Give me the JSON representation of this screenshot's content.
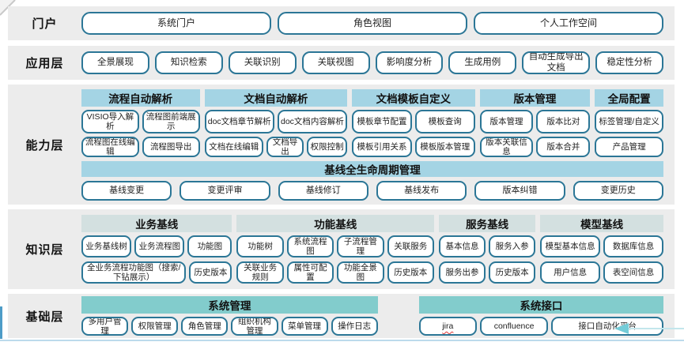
{
  "colors": {
    "band_background": "#ececec",
    "capability_header": "#a4d4e4",
    "knowledge_header": "#d3e0e0",
    "base_header_teal": "#82cccc",
    "box_border": "#2b7696",
    "spellcheck_underline": "#e03a3a",
    "bottom_line": "#bcdaec",
    "arrow_accent": "#74ccd8"
  },
  "layers": [
    {
      "id": "portal",
      "label": "门户",
      "buttons": [
        "系统门户",
        "角色视图",
        "个人工作空间"
      ]
    },
    {
      "id": "app",
      "label": "应用层",
      "buttons": [
        "全景展现",
        "知识检索",
        "关联识别",
        "关联视图",
        "影响度分析",
        "生成用例",
        "自动生成导出文档",
        "稳定性分析"
      ]
    },
    {
      "id": "capability",
      "label": "能力层",
      "groups": [
        {
          "title": "流程自动解析",
          "rows": [
            [
              "VISIO导入解析",
              "流程图前端展示"
            ],
            [
              "流程图在线编辑",
              "流程图导出"
            ]
          ]
        },
        {
          "title": "文档自动解析",
          "rows": [
            [
              "doc文档章节解析",
              "doc文档内容解析"
            ],
            [
              "文档在线编辑",
              "文档导出",
              "权限控制"
            ]
          ]
        },
        {
          "title": "文档模板自定义",
          "rows": [
            [
              "模板章节配置",
              "模板查询"
            ],
            [
              "模板引用关系",
              "模板版本管理"
            ]
          ]
        },
        {
          "title": "版本管理",
          "rows": [
            [
              "版本管理",
              "版本比对"
            ],
            [
              "版本关联信息",
              "版本合并"
            ]
          ]
        },
        {
          "title": "全局配置",
          "rows": [
            [
              "标签管理/自定义"
            ],
            [
              "产品管理"
            ]
          ]
        }
      ],
      "band": {
        "title": "基线全生命周期管理",
        "buttons": [
          "基线变更",
          "变更评审",
          "基线修订",
          "基线发布",
          "版本纠错",
          "变更历史"
        ]
      }
    },
    {
      "id": "knowledge",
      "label": "知识层",
      "groups": [
        {
          "title": "业务基线",
          "rows": [
            [
              "业务基线树",
              "业务流程图",
              "功能图"
            ],
            [
              "全业务流程功能图（搜索/下钻展示）",
              "历史版本"
            ]
          ]
        },
        {
          "title": "功能基线",
          "rows": [
            [
              "功能树",
              "系统流程图",
              "子流程管理",
              "关联服务"
            ],
            [
              "关联业务规则",
              "属性可配置",
              "功能全景图",
              "历史版本"
            ]
          ]
        },
        {
          "title": "服务基线",
          "rows": [
            [
              "基本信息",
              "服务入参"
            ],
            [
              "服务出参",
              "历史版本"
            ]
          ]
        },
        {
          "title": "模型基线",
          "rows": [
            [
              "模型基本信息",
              "数据库信息"
            ],
            [
              "用户信息",
              "表空间信息"
            ]
          ]
        }
      ]
    },
    {
      "id": "base",
      "label": "基础层",
      "groups": [
        {
          "title": "系统管理",
          "rows": [
            [
              "多用户管理",
              "权限管理",
              "角色管理",
              "组织机构管理",
              "菜单管理",
              "操作日志"
            ]
          ]
        },
        {
          "title": "系统接口",
          "rows": [
            [
              {
                "text": "jira",
                "underline": "spellcheck-wavy"
              },
              "confluence",
              "接口自动化平台"
            ]
          ]
        }
      ]
    }
  ]
}
